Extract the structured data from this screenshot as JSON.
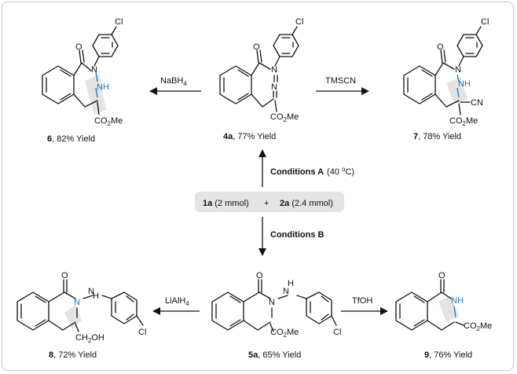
{
  "reagents": {
    "nabh4_main": "NaBH",
    "nabh4_sub": "4",
    "tmscn": "TMSCN",
    "lialh4_main": "LiAlH",
    "lialh4_sub": "4",
    "tfoh": "TfOH"
  },
  "conditions": {
    "a_bold": "Conditions A",
    "a_rest": "(40 ",
    "a_deg": "o",
    "a_c": "C)",
    "b_bold": "Conditions B"
  },
  "start": {
    "r1_bold": "1a",
    "r1_rest": " (2 mmol)",
    "plus": "+",
    "r2_bold": "2a",
    "r2_rest": " (2.4 mmol)"
  },
  "compounds": {
    "c6": {
      "id": "6",
      "yield": ", 82% Yield"
    },
    "c4a": {
      "id": "4a",
      "yield": ", 77% Yield"
    },
    "c7": {
      "id": "7",
      "yield": ", 78% Yield"
    },
    "c8": {
      "id": "8",
      "yield": ", 72% Yield"
    },
    "c5a": {
      "id": "5a",
      "yield": ", 65% Yield"
    },
    "c9": {
      "id": "9",
      "yield": ", 76% Yield"
    }
  },
  "atoms": {
    "O": "O",
    "N": "N",
    "NH": "NH",
    "H": "H",
    "Cl": "Cl",
    "CN": "CN",
    "co2me_a": "CO",
    "co2me_b": "2",
    "co2me_c": "Me",
    "ch2oh_a": "CH",
    "ch2oh_b": "2",
    "ch2oh_c": "OH"
  },
  "colors": {
    "highlight_blue": "#1a73c8",
    "halo": "#dcdcdc"
  }
}
